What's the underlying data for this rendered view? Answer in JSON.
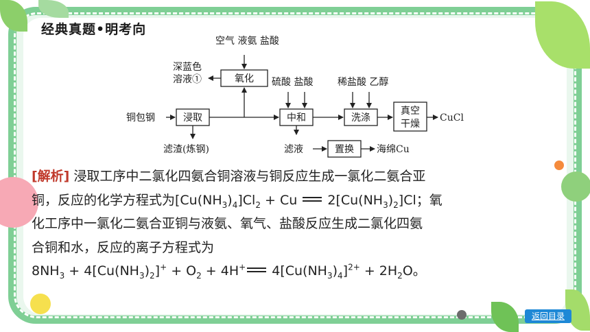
{
  "header": {
    "title": "经典真题•明考向"
  },
  "flow": {
    "top_inputs": "空气 液氨 盐酸",
    "oxidation": "氧化",
    "deep_blue_line1": "深蓝色",
    "deep_blue_line2": "溶液①",
    "acid_labels": "硫酸 盐酸",
    "wash_labels": "稀盐酸 乙醇",
    "feed": "铜包钢",
    "leach": "浸取",
    "neutralize": "中和",
    "wash": "洗涤",
    "dry_line1": "真空",
    "dry_line2": "干燥",
    "product": "CuCl",
    "residue": "滤渣(炼钢)",
    "filtrate": "滤液",
    "replace": "置换",
    "sponge": "海绵Cu"
  },
  "analysis": {
    "label": "[解析]",
    "l1": "浸取工序中二氯化四氨合铜溶液与铜反应生成一氯化二氨合亚",
    "l2a": "铜，反应的化学方程式为[Cu(NH",
    "l2b": "3",
    "l2c": ")",
    "l2d": "4",
    "l2e": "]Cl",
    "l2f": "2",
    "l2g": " + Cu ",
    "l2h": " 2[Cu(NH",
    "l2i": "3",
    "l2j": ")",
    "l2k": "2",
    "l2l": "]Cl；氧",
    "l3": "化工序中一氯化二氨合亚铜与液氨、氧气、盐酸反应生成二氯化四氨",
    "l4": "合铜和水，反应的离子方程式为",
    "l5a": "8NH",
    "l5b": "3",
    "l5c": " + 4[Cu(NH",
    "l5d": "3",
    "l5e": ")",
    "l5f": "2",
    "l5g": "]",
    "l5h": "+",
    "l5i": " + O",
    "l5j": "2",
    "l5k": " + 4H",
    "l5l": "+",
    "l5m": " 4[Cu(NH",
    "l5n": "3",
    "l5o": ")",
    "l5p": "4",
    "l5q": "]",
    "l5r": "2+",
    "l5s": " + 2H",
    "l5t": "2",
    "l5u": "O。"
  },
  "nav": {
    "back": "返回目录"
  },
  "colors": {
    "frame": "#7fcf95",
    "accent_red": "#c0392b",
    "button": "#1e88d6"
  }
}
